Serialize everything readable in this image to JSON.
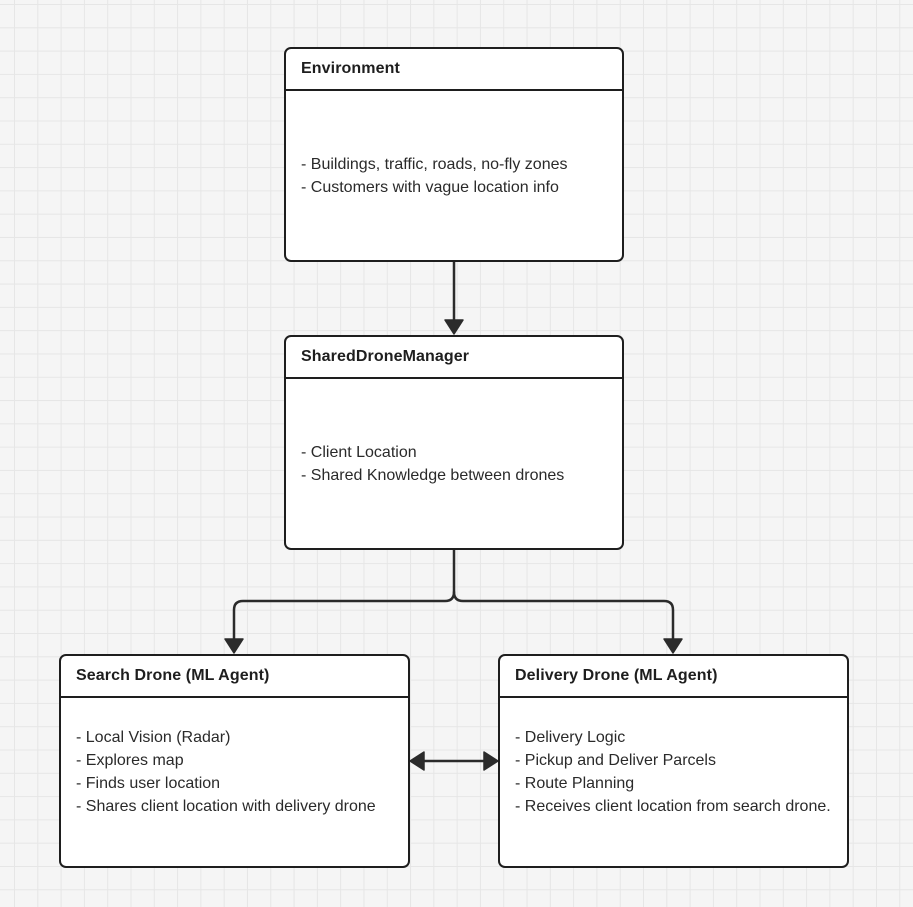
{
  "nodes": {
    "environment": {
      "title": "Environment",
      "lines": [
        "- Buildings, traffic, roads, no-fly zones",
        "- Customers with vague location info"
      ]
    },
    "manager": {
      "title": "SharedDroneManager",
      "lines": [
        "- Client Location",
        "- Shared Knowledge between drones"
      ]
    },
    "search_drone": {
      "title": "Search Drone (ML Agent)",
      "lines": [
        "- Local Vision (Radar)",
        "- Explores map",
        "- Finds user location",
        "- Shares client location with delivery drone"
      ]
    },
    "delivery_drone": {
      "title": "Delivery Drone (ML Agent)",
      "lines": [
        "- Delivery Logic",
        "- Pickup and Deliver Parcels",
        "- Route Planning",
        "- Receives client location from search drone."
      ]
    }
  },
  "colors": {
    "canvas": "#f5f5f5",
    "grid": "#e6e6e6",
    "stroke": "#1e1e1e",
    "node_fill": "#ffffff"
  }
}
